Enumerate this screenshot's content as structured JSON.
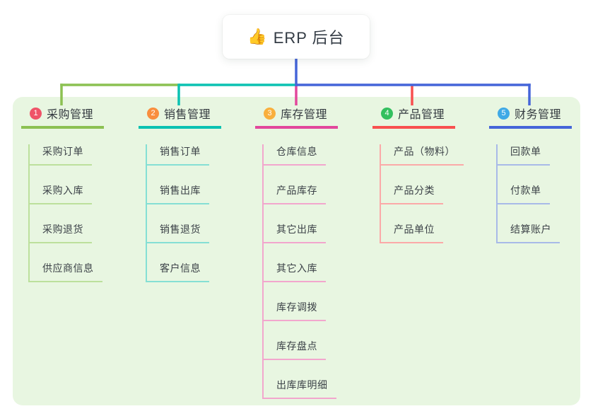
{
  "root": {
    "emoji": "👍",
    "label": "ERP 后台"
  },
  "connector": {
    "trunk_color": "#4565D9"
  },
  "branches": [
    {
      "index": "1",
      "label": "采购管理",
      "badge_color": "#EF5368",
      "line_color": "#8CC152",
      "child_line_color": "#BCE09C",
      "children": [
        "采购订单",
        "采购入库",
        "采购退货",
        "供应商信息"
      ]
    },
    {
      "index": "2",
      "label": "销售管理",
      "badge_color": "#F98E3E",
      "line_color": "#0BC2B2",
      "child_line_color": "#85DFD4",
      "children": [
        "销售订单",
        "销售出库",
        "销售退货",
        "客户信息"
      ]
    },
    {
      "index": "3",
      "label": "库存管理",
      "badge_color": "#F9AF3D",
      "line_color": "#E2479C",
      "child_line_color": "#F2A6CD",
      "children": [
        "仓库信息",
        "产品库存",
        "其它出库",
        "其它入库",
        "库存调拨",
        "库存盘点",
        "出库库明细"
      ]
    },
    {
      "index": "4",
      "label": "产品管理",
      "badge_color": "#33C05F",
      "line_color": "#F8504F",
      "child_line_color": "#FBA9A8",
      "children": [
        "产品（物料）",
        "产品分类",
        "产品单位"
      ]
    },
    {
      "index": "5",
      "label": "财务管理",
      "badge_color": "#3FA9E6",
      "line_color": "#4565D9",
      "child_line_color": "#A8BAE8",
      "children": [
        "回款单",
        "付款单",
        "结算账户"
      ]
    }
  ]
}
